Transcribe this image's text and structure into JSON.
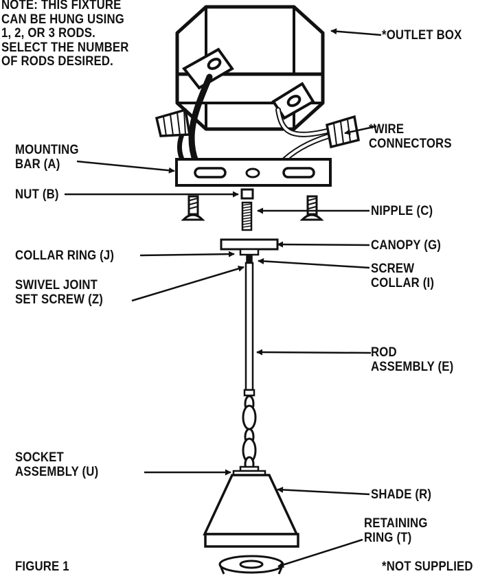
{
  "note": "NOTE: THIS FIXTURE\nCAN BE HUNG USING\n1, 2, OR 3 RODS.\nSELECT THE NUMBER\nOF RODS DESIRED.",
  "labels": {
    "outlet_box": "*OUTLET BOX",
    "wire_connectors": "*WIRE\nCONNECTORS",
    "mounting_bar": "MOUNTING\nBAR (A)",
    "nut": "NUT (B)",
    "nipple": "NIPPLE (C)",
    "canopy": "CANOPY (G)",
    "collar_ring": "COLLAR RING (J)",
    "screw_collar": "SCREW\nCOLLAR (I)",
    "swivel_joint": "SWIVEL JOINT\nSET SCREW (Z)",
    "rod_assembly": "ROD\nASSEMBLY (E)",
    "socket_assembly": "SOCKET\nASSEMBLY (U)",
    "shade": "SHADE (R)",
    "retaining_ring": "RETAINING\nRING (T)"
  },
  "figure_caption": "FIGURE 1",
  "footnote": "*NOT SUPPLIED"
}
